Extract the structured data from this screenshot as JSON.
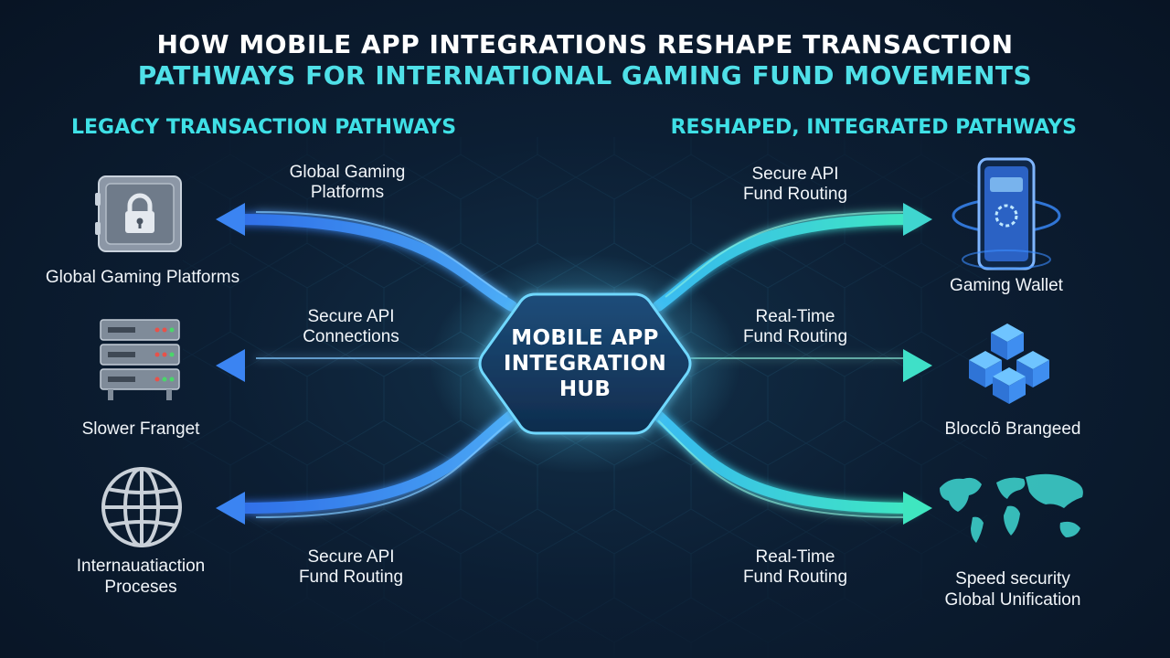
{
  "title": {
    "line1": "HOW MOBILE APP INTEGRATIONS RESHAPE TRANSACTION",
    "line2": "PATHWAYS FOR INTERNATIONAL GAMING FUND MOVEMENTS"
  },
  "legacy": {
    "heading": "LEGACY TRANSACTION PATHWAYS",
    "items": [
      {
        "label": "Global Gaming Platforms",
        "icon": "vault-icon"
      },
      {
        "label": "Slower Franget",
        "icon": "server-rack-icon"
      },
      {
        "label_line1": "Internauatiaction",
        "label_line2": "Proceses",
        "icon": "globe-icon"
      }
    ],
    "paths": [
      {
        "line1": "Global Gaming",
        "line2": "Platforms"
      },
      {
        "line1": "Secure API",
        "line2": "Connections"
      },
      {
        "line1": "Secure API",
        "line2": "Fund Routing"
      }
    ]
  },
  "reshaped": {
    "heading": "RESHAPED, INTEGRATED PATHWAYS",
    "items": [
      {
        "label": "Gaming Wallet",
        "icon": "smartphone-wallet-icon"
      },
      {
        "label": "Blocclō Brangeed",
        "icon": "blockchain-cubes-icon"
      },
      {
        "label_line1": "Speed security",
        "label_line2": "Global Unification",
        "icon": "world-map-icon"
      }
    ],
    "paths": [
      {
        "line1": "Secure API",
        "line2": "Fund Routing"
      },
      {
        "line1": "Real-Time",
        "line2": "Fund Routing"
      },
      {
        "line1": "Real-Time",
        "line2": "Fund Routing"
      }
    ]
  },
  "hub": {
    "line1": "MOBILE APP",
    "line2": "INTEGRATION",
    "line3": "HUB"
  },
  "colors": {
    "accent_cyan": "#3fe0e6",
    "legacy_blue": "#3b7ff0",
    "reshaped_teal": "#3fe3c4",
    "background": "#0c1e33"
  }
}
